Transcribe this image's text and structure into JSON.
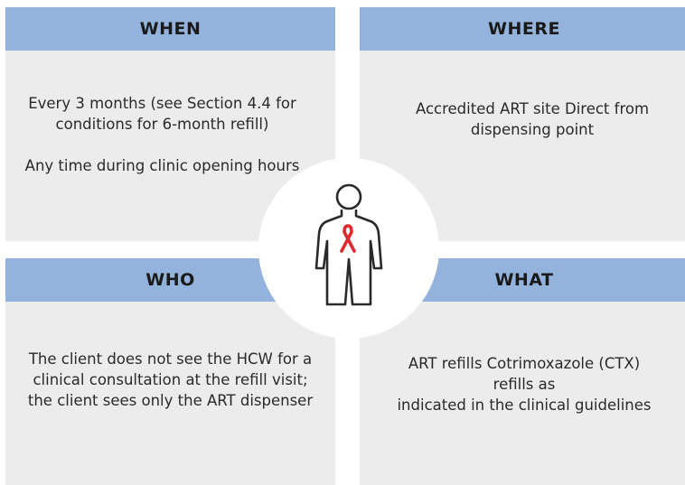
{
  "quadrants": {
    "when": {
      "title": "WHEN",
      "line1": "Every 3 months (see Section 4.4 for  conditions for 6-month refill)",
      "line2": "Any time during clinic opening hours"
    },
    "where": {
      "title": "WHERE",
      "line1": "Accredited ART site Direct from dispensing point"
    },
    "who": {
      "title": "WHO",
      "line1": "The client does not see the HCW for a clinical consultation at the refill visit; the client sees only the ART dispenser"
    },
    "what": {
      "title": "WHAT",
      "line1": "ART refills Cotrimoxazole (CTX) refills as",
      "line2": "indicated in the clinical guidelines"
    }
  },
  "colors": {
    "header": "#93b3dc",
    "panel": "#ececec",
    "ribbon": "#e0282e",
    "outline": "#2a2a2a"
  },
  "icons": {
    "center": "person-with-red-ribbon-icon"
  }
}
